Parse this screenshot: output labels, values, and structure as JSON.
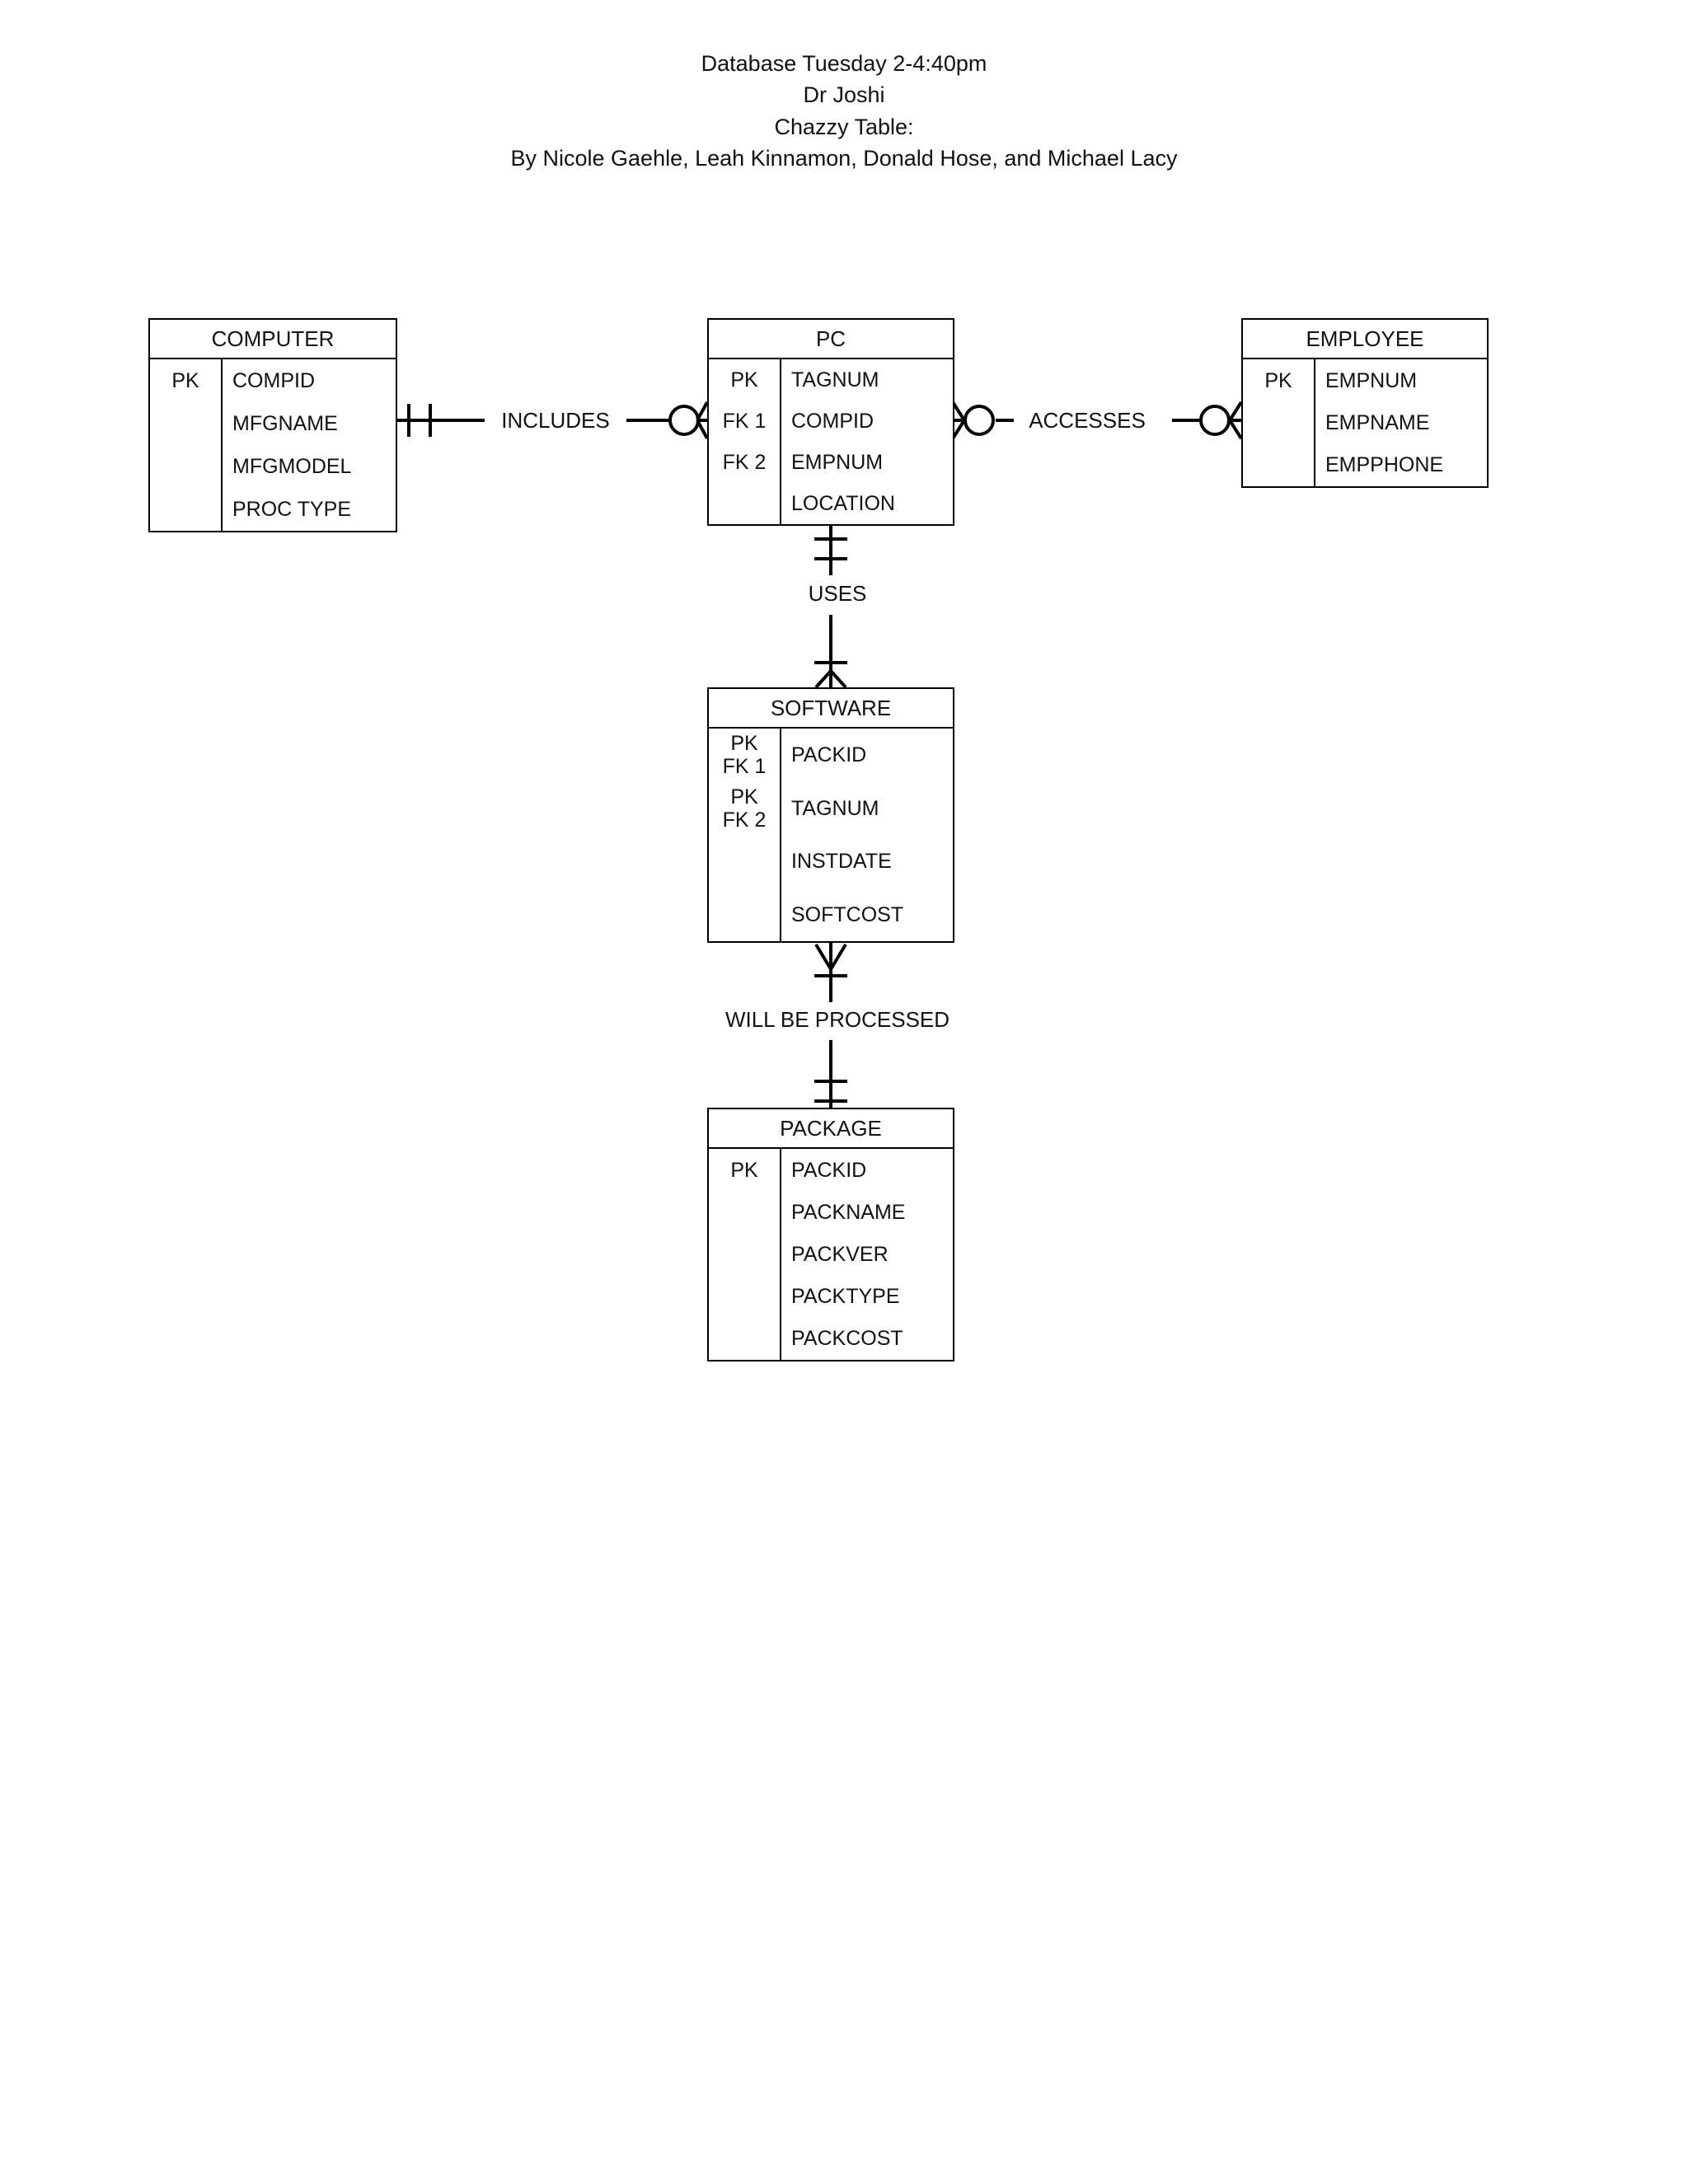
{
  "title": {
    "lines": [
      "Database Tuesday 2-4:40pm",
      "Dr Joshi",
      "Chazzy Table:",
      "By Nicole Gaehle, Leah Kinnamon, Donald Hose, and Michael Lacy"
    ]
  },
  "diagram": {
    "type": "entity-relationship-diagram",
    "notation": "crows-foot",
    "line_color": "#000000",
    "background": "#ffffff",
    "entities": [
      {
        "id": "computer",
        "name": "COMPUTER",
        "keys": [
          "PK",
          "",
          "",
          ""
        ],
        "attributes": [
          "COMPID",
          "MFGNAME",
          "MFGMODEL",
          "PROC TYPE"
        ]
      },
      {
        "id": "pc",
        "name": "PC",
        "keys": [
          "PK",
          "FK 1",
          "FK 2",
          ""
        ],
        "attributes": [
          "TAGNUM",
          "COMPID",
          "EMPNUM",
          "LOCATION"
        ]
      },
      {
        "id": "employee",
        "name": "EMPLOYEE",
        "keys": [
          "PK",
          "",
          ""
        ],
        "attributes": [
          "EMPNUM",
          "EMPNAME",
          "EMPPHONE"
        ]
      },
      {
        "id": "software",
        "name": "SOFTWARE",
        "keys": [
          "PK\nFK 1",
          "PK\nFK 2",
          "",
          ""
        ],
        "attributes": [
          "PACKID",
          "TAGNUM",
          "INSTDATE",
          "SOFTCOST"
        ]
      },
      {
        "id": "package",
        "name": "PACKAGE",
        "keys": [
          "PK",
          "",
          "",
          "",
          ""
        ],
        "attributes": [
          "PACKID",
          "PACKNAME",
          "PACKVER",
          "PACKTYPE",
          "PACKCOST"
        ]
      }
    ],
    "relationships": [
      {
        "id": "includes",
        "label": "INCLUDES",
        "from": "COMPUTER",
        "to": "PC",
        "from_cardinality": "one-and-only-one",
        "to_cardinality": "zero-or-many",
        "orientation": "horizontal"
      },
      {
        "id": "accesses",
        "label": "ACCESSES",
        "from": "PC",
        "to": "EMPLOYEE",
        "from_cardinality": "zero-or-many",
        "to_cardinality": "zero-or-many",
        "orientation": "horizontal"
      },
      {
        "id": "uses",
        "label": "USES",
        "from": "PC",
        "to": "SOFTWARE",
        "from_cardinality": "one-and-only-one",
        "to_cardinality": "one-or-many",
        "orientation": "vertical"
      },
      {
        "id": "will-be-processed",
        "label": "WILL BE PROCESSED",
        "from": "SOFTWARE",
        "to": "PACKAGE",
        "from_cardinality": "one-or-many",
        "to_cardinality": "one-and-only-one",
        "orientation": "vertical"
      }
    ]
  }
}
